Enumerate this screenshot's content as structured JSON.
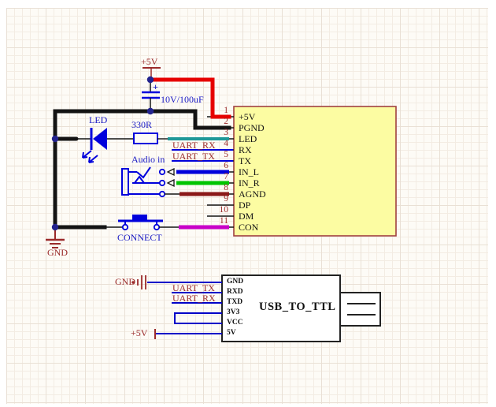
{
  "colors": {
    "wire_red": "#e60000",
    "wire_black": "#141414",
    "wire_blue": "#0000dc",
    "wire_green": "#00c400",
    "wire_teal": "#1f9898",
    "wire_maroon": "#8b1818",
    "wire_magenta": "#c800c8",
    "module_fill": "#fcfca2",
    "module_border": "#a04040",
    "text_dark_red": "#9b2b2b",
    "text_blue": "#1a1ac4"
  },
  "schematic": {
    "power": {
      "vcc_top": "+5V",
      "gnd_top": "GND",
      "gnd_bottom": "GND",
      "vcc_bottom": "+5V"
    },
    "capacitor": {
      "plus": "+",
      "value": "10V/100uF"
    },
    "led": {
      "label": "LED"
    },
    "resistor": {
      "label": "330R"
    },
    "audio": {
      "label": "Audio in"
    },
    "button": {
      "label": "CONNECT"
    },
    "nets": {
      "uart_rx": "UART_RX",
      "uart_tx": "UART_TX"
    },
    "module1": {
      "pins": [
        {
          "num": "1",
          "name": "+5V"
        },
        {
          "num": "2",
          "name": "PGND"
        },
        {
          "num": "3",
          "name": "LED"
        },
        {
          "num": "4",
          "name": "RX"
        },
        {
          "num": "5",
          "name": "TX"
        },
        {
          "num": "6",
          "name": "IN_L"
        },
        {
          "num": "7",
          "name": "IN_R"
        },
        {
          "num": "8",
          "name": "AGND"
        },
        {
          "num": "9",
          "name": "DP"
        },
        {
          "num": "10",
          "name": "DM"
        },
        {
          "num": "11",
          "name": "CON"
        }
      ]
    },
    "module2": {
      "title": "USB_TO_TTL",
      "pins": [
        {
          "name": "GND"
        },
        {
          "name": "RXD"
        },
        {
          "name": "TXD"
        },
        {
          "name": "3V3"
        },
        {
          "name": "VCC"
        },
        {
          "name": "5V"
        }
      ]
    }
  }
}
